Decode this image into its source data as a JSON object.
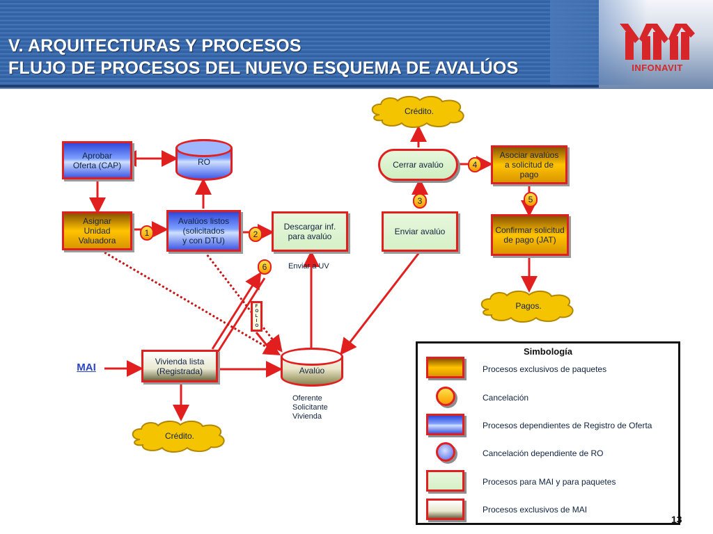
{
  "header": {
    "title_line1": "V. ARQUITECTURAS Y PROCESOS",
    "title_line2": "FLUJO DE PROCESOS DEL NUEVO ESQUEMA DE AVALÚOS",
    "logo_text": "INFONAVIT"
  },
  "nodes": {
    "aprobar": "Aprobar\nOferta (CAP)",
    "ro": "RO",
    "asignar": "Asignar\nUnidad\nValuadora",
    "avaluos_listos": "Avalúos listos\n(solicitados\ny con DTU)",
    "descargar": "Descargar inf.\npara avalúo",
    "enviar": "Enviar avalúo",
    "cerrar": "Cerrar avalúo",
    "asociar": "Asociar avalúos\na solicitud de\npago",
    "confirmar": "Confirmar solicitud\nde pago (JAT)",
    "vivienda": "Vivienda lista\n(Registrada)",
    "avaluo_db": "Avalúo",
    "mai": "MAI",
    "credito_top": "Crédito.",
    "credito_bottom": "Crédito.",
    "pagos": "Pagos.",
    "folio": "FOLIO"
  },
  "badges": [
    "1",
    "2",
    "3",
    "4",
    "5",
    "6"
  ],
  "notes": {
    "enviar_uv": "Enviar a UV",
    "avaluo_desc": "Oferente\nSolicitante\nVivienda"
  },
  "legend": {
    "title": "Simbología",
    "items": [
      "Procesos exclusivos de paquetes",
      "Cancelación",
      "Procesos dependientes de Registro de Oferta",
      "Cancelación dependiente de RO",
      "Procesos para MAI y para paquetes",
      "Procesos exclusivos de MAI"
    ]
  },
  "page_number": "13",
  "colors": {
    "border": "#e21f1f",
    "blue_process": "#3e5ae6",
    "gold_process": "#ffc400",
    "green_process": "#d6f0c7",
    "cloud": "#f5c400",
    "header": "#2e5d9f"
  }
}
